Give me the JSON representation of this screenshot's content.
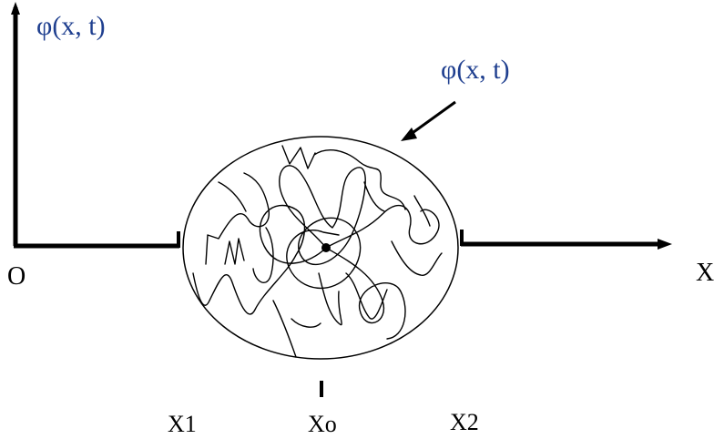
{
  "labels": {
    "y_axis": "φ(x, t)",
    "wave_label": "φ(x, t)",
    "origin": "O",
    "x_axis": "X",
    "x1": "X1",
    "x0": "Xo",
    "x2": "X2"
  },
  "colors": {
    "ink": "#000000",
    "phi_symbol": "#1f3f8f"
  }
}
